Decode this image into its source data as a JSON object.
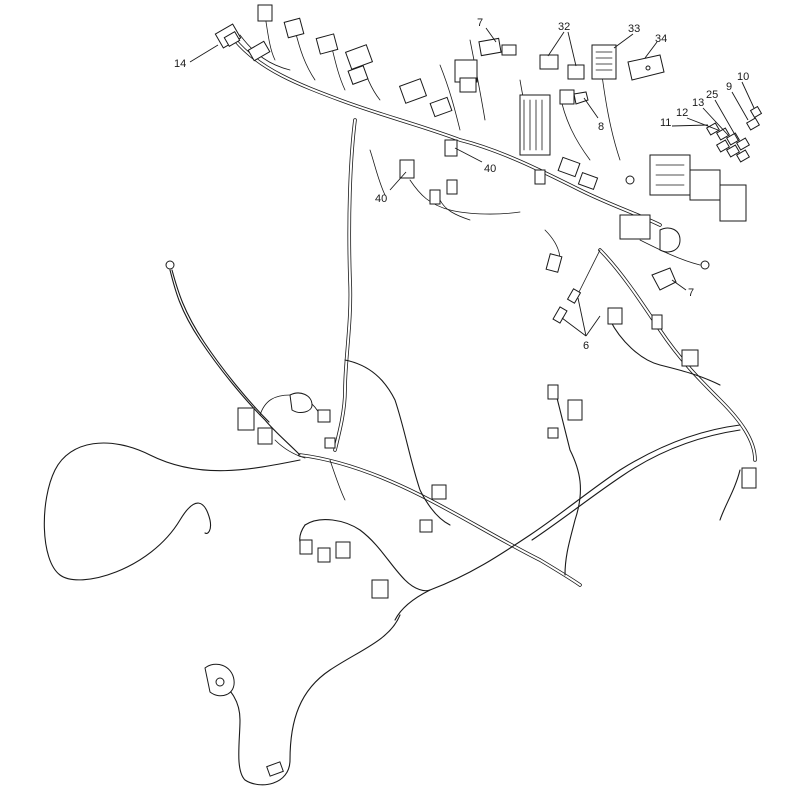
{
  "callouts": {
    "c14": "14",
    "c7a": "7",
    "c32": "32",
    "c33": "33",
    "c34": "34",
    "c10": "10",
    "c9": "9",
    "c25": "25",
    "c13": "13",
    "c12": "12",
    "c11": "11",
    "c8": "8",
    "c40a": "40",
    "c40b": "40",
    "c7b": "7",
    "c6": "6"
  }
}
